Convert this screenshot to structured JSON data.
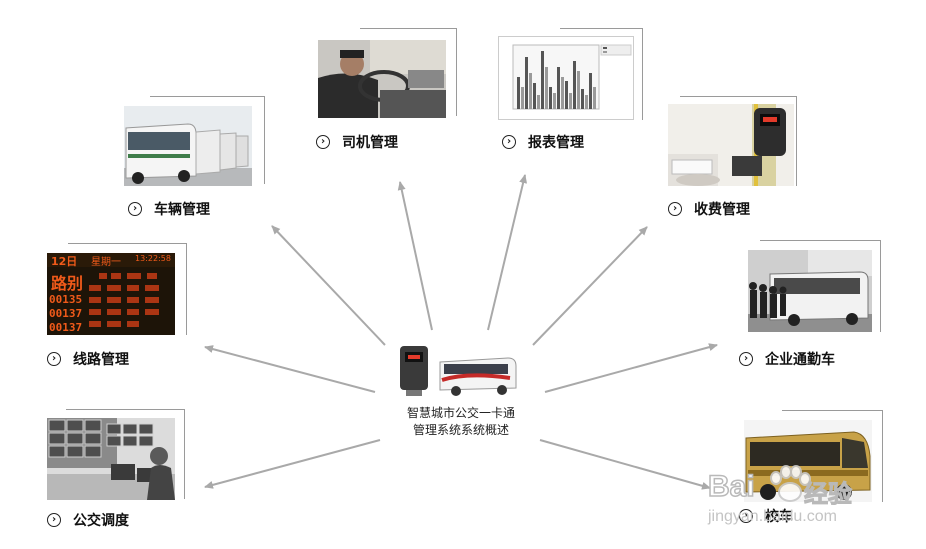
{
  "center": {
    "line1": "智慧城市公交一卡通",
    "line2": "管理系统系统概述"
  },
  "nodes": {
    "driver": {
      "label": "司机管理",
      "icon": "chevron-right-circle-icon"
    },
    "report": {
      "label": "报表管理",
      "icon": "chevron-right-circle-icon"
    },
    "vehicle": {
      "label": "车辆管理",
      "icon": "chevron-right-circle-icon"
    },
    "fee": {
      "label": "收费管理",
      "icon": "chevron-right-circle-icon"
    },
    "route": {
      "label": "线路管理",
      "icon": "chevron-right-circle-icon"
    },
    "commute": {
      "label": "企业通勤车",
      "icon": "chevron-right-circle-icon"
    },
    "dispatch": {
      "label": "公交调度",
      "icon": "chevron-right-circle-icon"
    },
    "school": {
      "label": "校车",
      "icon": "chevron-right-circle-icon"
    }
  },
  "route_board": {
    "header_left": "12日",
    "header_mid": "星期一",
    "header_time": "13:22:58",
    "col1": "路别",
    "rows": [
      "00135",
      "00137",
      "00137"
    ]
  },
  "watermark": {
    "brand": "Bai",
    "brand2": "经验",
    "url": "jingyan.baidu.com"
  },
  "colors": {
    "arrow": "#a9a9a9",
    "frame": "#9a9a9a",
    "text": "#111111",
    "board_bg": "#1d1408",
    "board_text": "#f05a1a"
  }
}
